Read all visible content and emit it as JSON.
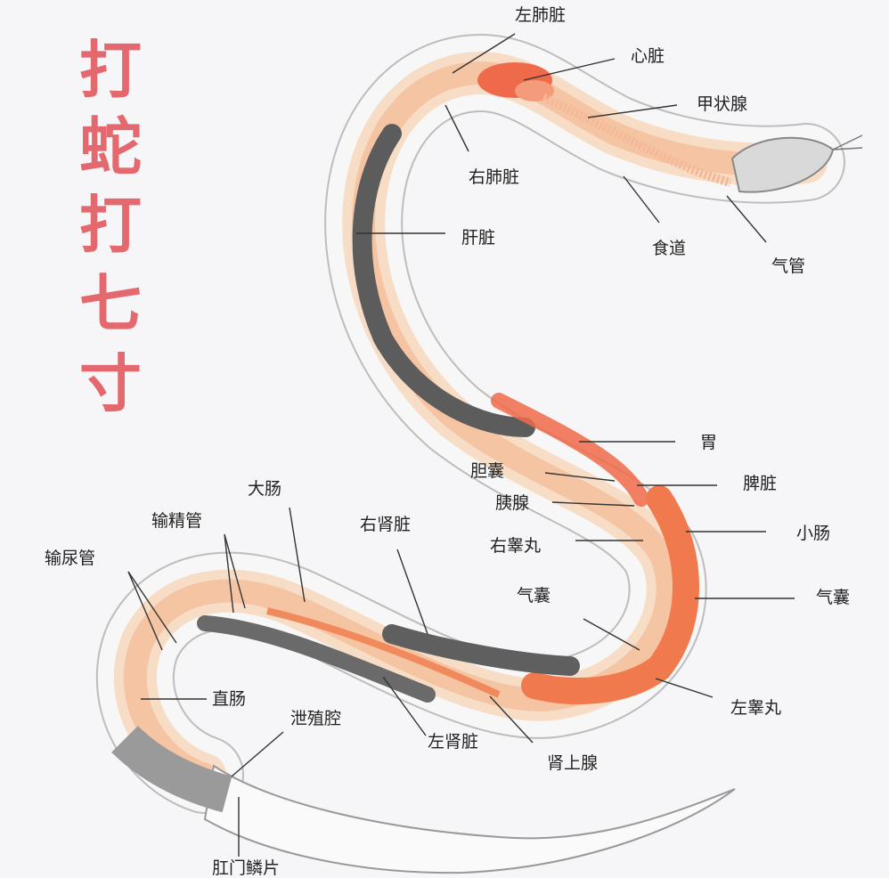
{
  "title_chars": [
    "打",
    "蛇",
    "打",
    "七",
    "寸"
  ],
  "labels": {
    "left_lung": "左肺脏",
    "heart": "心脏",
    "thyroid": "甲状腺",
    "right_lung": "右肺脏",
    "liver": "肝脏",
    "esophagus": "食道",
    "trachea": "气管",
    "stomach": "胃",
    "gallbladder": "胆囊",
    "spleen": "脾脏",
    "pancreas": "胰腺",
    "small_intestine": "小肠",
    "right_testis": "右睾丸",
    "air_sac_right": "气囊",
    "air_sac_inner": "气囊",
    "large_intestine": "大肠",
    "vas_deferens": "输精管",
    "right_kidney": "右肾脏",
    "ureter": "输尿管",
    "rectum": "直肠",
    "cloaca": "泄殖腔",
    "left_kidney": "左肾脏",
    "adrenal": "肾上腺",
    "left_testis": "左睾丸",
    "bottom_cut": "肛门鳞片"
  },
  "colors": {
    "title": "#e3696f",
    "organ_red": "#ef6a4a",
    "gut_orange": "#f08a5d",
    "skin": "#f7dcc6",
    "liver_gray": "#5c5c5c"
  }
}
